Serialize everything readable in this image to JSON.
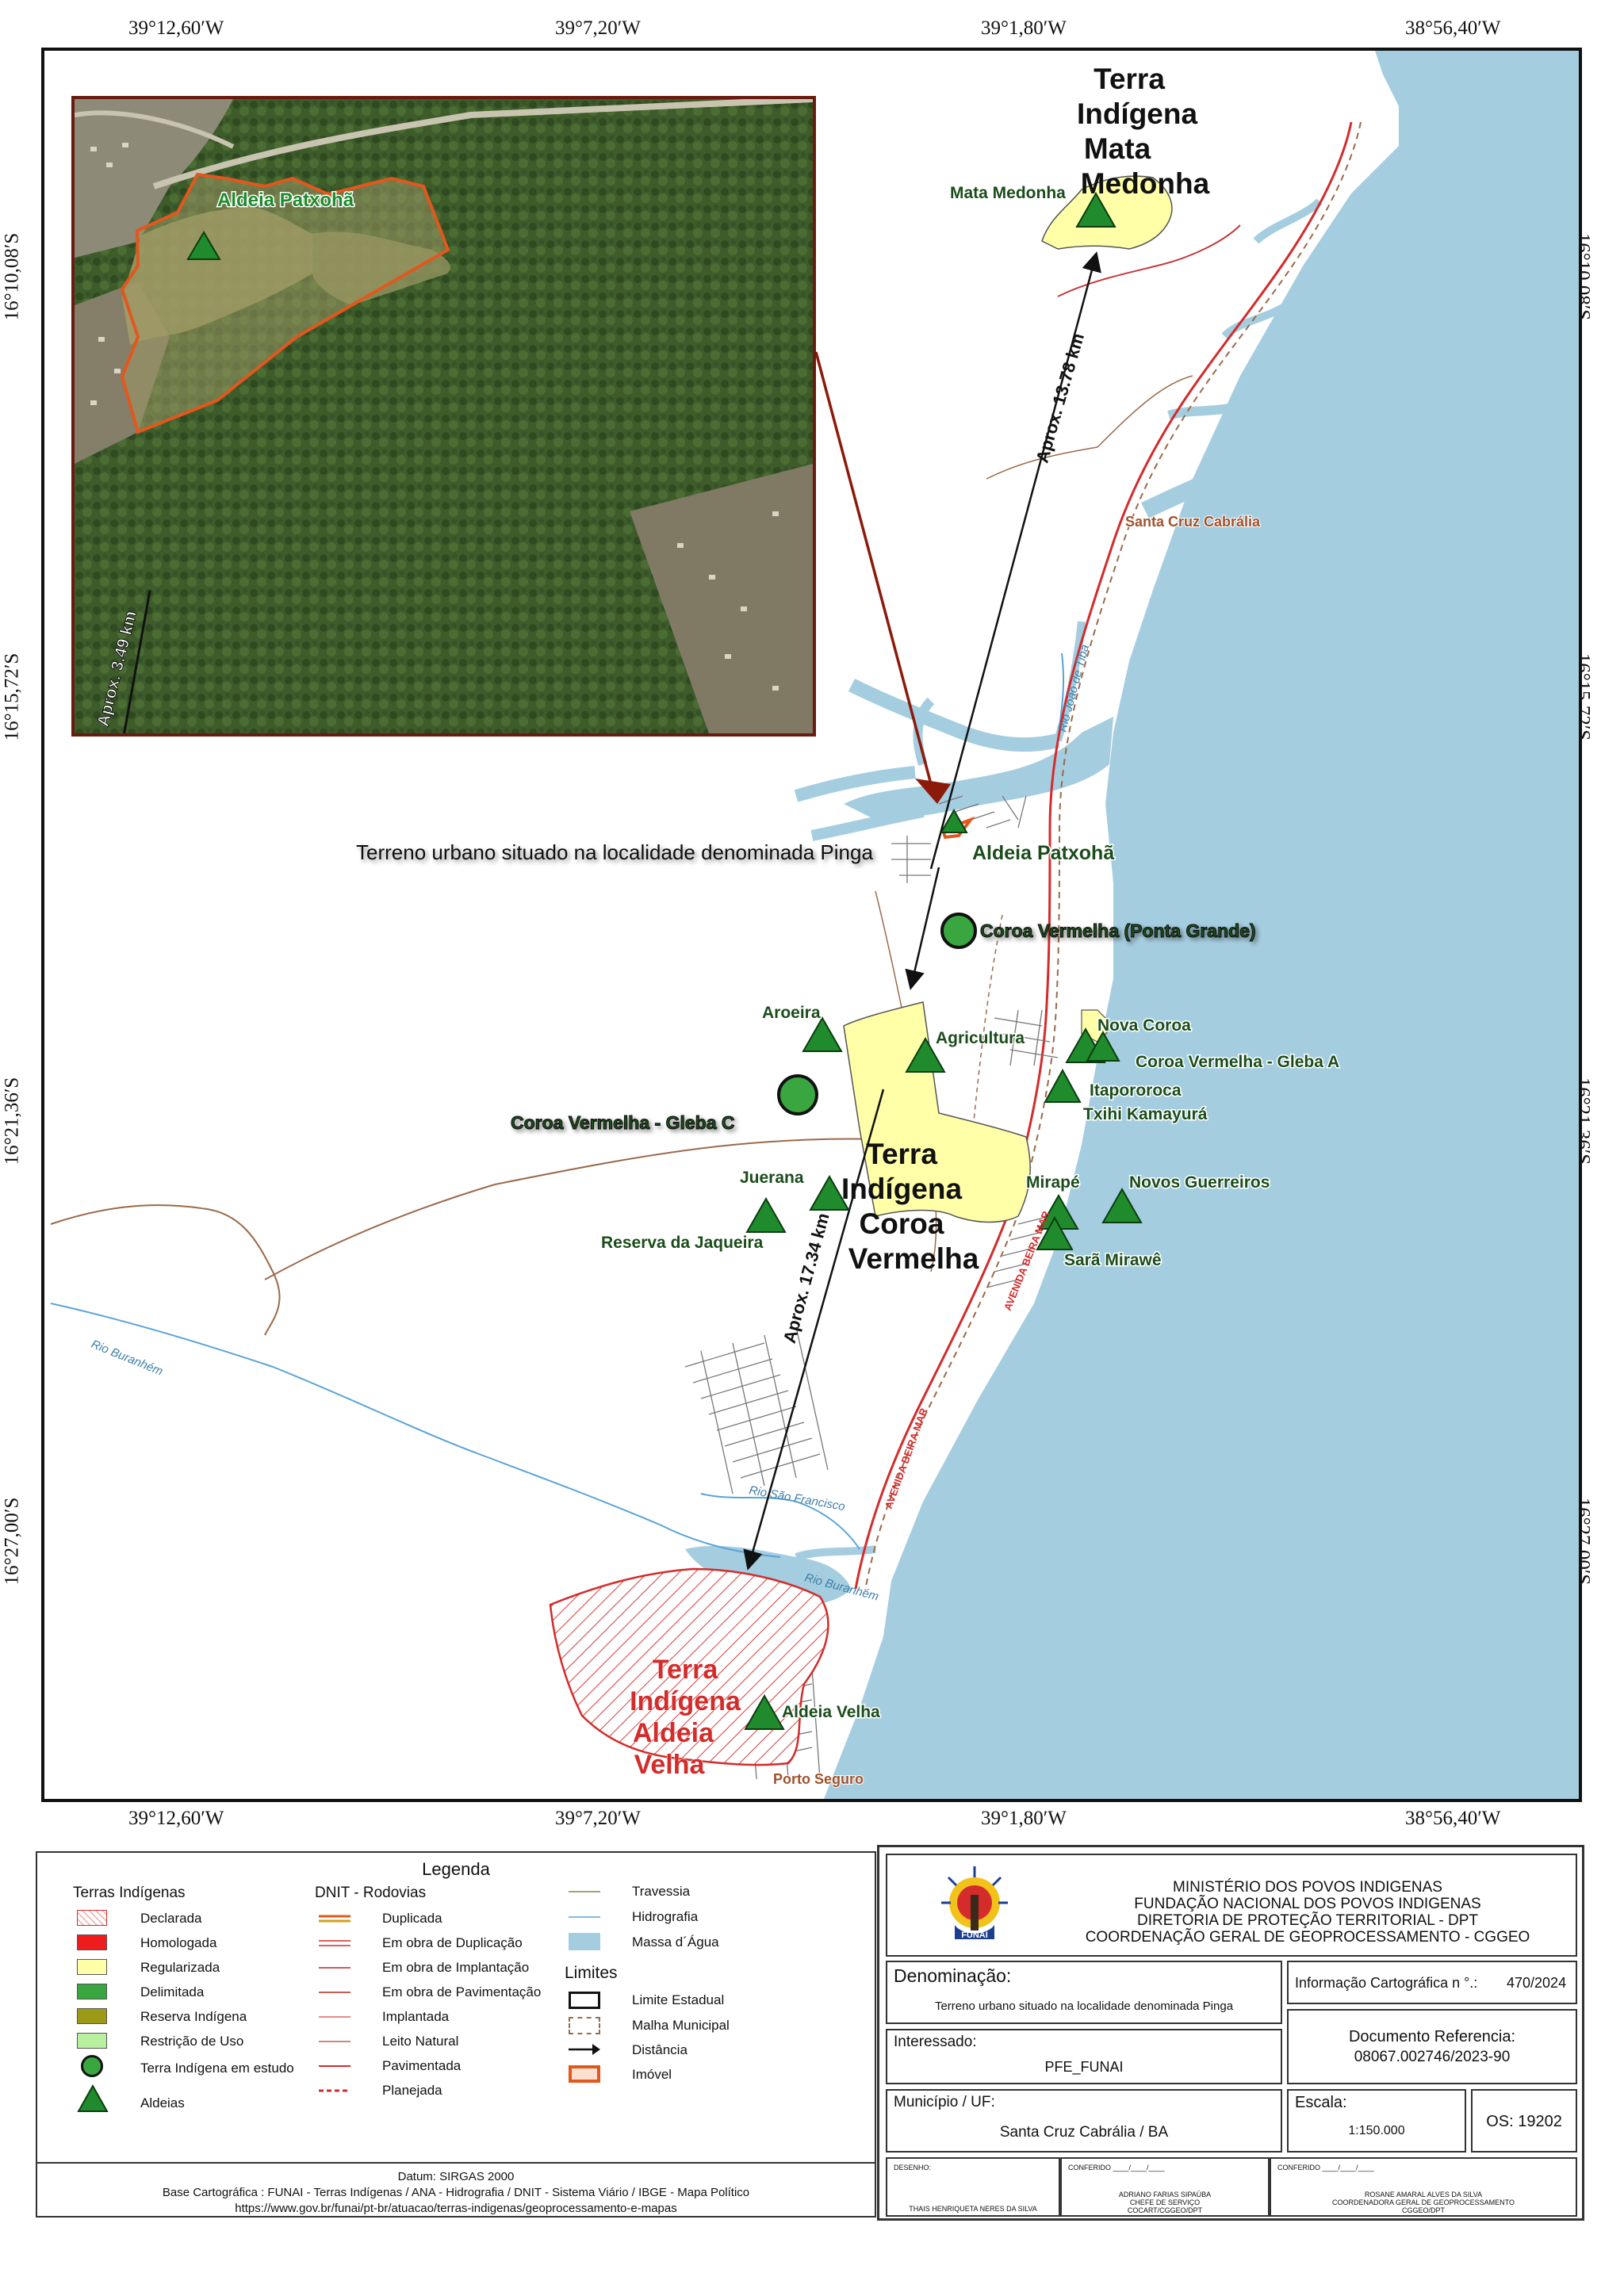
{
  "map": {
    "coords": {
      "lon": [
        "39°12,60′W",
        "39°7,20′W",
        "39°1,80′W",
        "38°56,40′W"
      ],
      "lat": [
        "16°10,08′S",
        "16°15,72′S",
        "16°21,36′S",
        "16°27,00′S"
      ]
    },
    "territories": {
      "mata_medonha": [
        "Terra",
        "Indígena",
        "Mata",
        "Medonha"
      ],
      "coroa_vermelha": [
        "Terra",
        "Indígena",
        "Coroa",
        "Vermelha"
      ],
      "aldeia_velha": [
        "Terra",
        "Indígena",
        "Aldeia",
        "Velha"
      ]
    },
    "villages": {
      "mata_medonha": "Mata Medonha",
      "aldeia_patxoha": "Aldeia Patxohã",
      "aroeira": "Aroeira",
      "agricultura": "Agricultura",
      "nova_coroa": "Nova Coroa",
      "gleba_a": "Coroa Vermelha - Gleba A",
      "itapororoca": "Itapororoca",
      "txihi": "Txihi Kamayurá",
      "juerana": "Juerana",
      "reserva_jaqueira": "Reserva da Jaqueira",
      "mirape": "Mirapé",
      "novos_guerreiros": "Novos Guerreiros",
      "sara_mirawe": "Sarã Mirawê",
      "aldeia_velha": "Aldeia Velha"
    },
    "study_areas": {
      "ponta_grande": "Coroa Vermelha (Ponta Grande)",
      "gleba_c": "Coroa Vermelha - Gleba C"
    },
    "places": {
      "santa_cruz": "Santa Cruz Cabrália",
      "porto_seguro": "Porto Seguro"
    },
    "rivers": {
      "buranhem_1": "Rio Buranhém",
      "buranhem_2": "Rio Buranhém",
      "joao_tiba": "Rio João de Tiba",
      "sao_francisco": "Rio São Francisco"
    },
    "roads": {
      "av_beira_mar_1": "AVENIDA BEIRA MAR",
      "av_beira_mar_2": "AVENIDA BEIRA MAR"
    },
    "distances": {
      "d1": "Aprox. 13.78 km",
      "d2": "Aprox. 17.34 km",
      "inset": "Aprox. 3.49 km"
    },
    "callout": "Terreno urbano situado na localidade denominada Pinga",
    "inset": {
      "village": "Aldeia Patxohã"
    }
  },
  "legend": {
    "title": "Legenda",
    "ti_header": "Terras Indígenas",
    "ti_items": [
      "Declarada",
      "Homologada",
      "Regularizada",
      "Delimitada",
      "Reserva Indígena",
      "Restrição de Uso",
      "Terra Indígena em estudo",
      "Aldeias"
    ],
    "ti_colors": [
      "#f2b8b8",
      "#ee1c1c",
      "#ffffa8",
      "#3aa640",
      "#9a9a16",
      "#b8f0a0",
      "#3aa640",
      "#1f8b2c"
    ],
    "dnit_header": "DNIT - Rodovias",
    "dnit_items": [
      "Duplicada",
      "Em obra de Duplicação",
      "Em obra de Implantação",
      "Em obra de Pavimentação",
      "Implantada",
      "Leito Natural",
      "Pavimentada",
      "Planejada"
    ],
    "other_items": [
      "Travessia",
      "Hidrografia",
      "Massa d´Água"
    ],
    "limits_header": "Limites",
    "limits_items": [
      "Limite Estadual",
      "Malha Municipal",
      "Distância",
      "Imóvel"
    ],
    "datum": "Datum: SIRGAS 2000",
    "base": "Base Cartográfica : FUNAI - Terras Indígenas / ANA - Hidrografia / DNIT - Sistema Viário / IBGE - Mapa Político",
    "url": "https://www.gov.br/funai/pt-br/atuacao/terras-indigenas/geoprocessamento-e-mapas"
  },
  "title_block": {
    "logo_text": "FUNAI",
    "org": [
      "MINISTÉRIO DOS POVOS INDIGENAS",
      "FUNDAÇÃO NACIONAL DOS POVOS INDIGENAS",
      "DIRETORIA DE PROTEÇÃO TERRITORIAL - DPT",
      "COORDENAÇÃO GERAL DE GEOPROCESSAMENTO - CGGEO"
    ],
    "denominacao_label": "Denominação:",
    "denominacao_value": "Terreno urbano situado na localidade denominada Pinga",
    "info_label": "Informação Cartográfica n °.:",
    "info_value": "470/2024",
    "interessado_label": "Interessado:",
    "interessado_value": "PFE_FUNAI",
    "docref_label": "Documento Referencia:",
    "docref_value": "08067.002746/2023-90",
    "municipio_label": "Município / UF:",
    "municipio_value": "Santa Cruz Cabrália / BA",
    "escala_label": "Escala:",
    "escala_value": "1:150.000",
    "os_value": "OS: 19202",
    "desenho_label": "DESENHO:",
    "desenho_name": "THAIS HENRIQUETA NERES DA SILVA",
    "conf1_label": "CONFERIDO ____/____/____",
    "conf1_lines": [
      "ADRIANO FARIAS SIPAÚBA",
      "CHEFE DE SERVIÇO",
      "COCART/CGGEO/DPT"
    ],
    "conf2_label": "CONFERIDO ____/____/____",
    "conf2_lines": [
      "ROSANE AMARAL ALVES DA SILVA",
      "COORDENADORA GERAL DE GEOPROCESSAMENTO",
      "CGGEO/DPT"
    ]
  },
  "colors": {
    "sea": "#a5cde0",
    "land": "#ffffff",
    "regularizada": "#ffffa8",
    "declarada_hatch": "#d93a3a",
    "village_green": "#1f8b2c",
    "study_green": "#3aa640",
    "label_dark_green": "#1b4d1b",
    "aldeia_velha_red": "#d42b2b",
    "imovel_orange": "#e2571e",
    "place_brown": "#a0522d",
    "river_text": "#3d7ea6",
    "callout_arrow": "#8b1a0a"
  }
}
